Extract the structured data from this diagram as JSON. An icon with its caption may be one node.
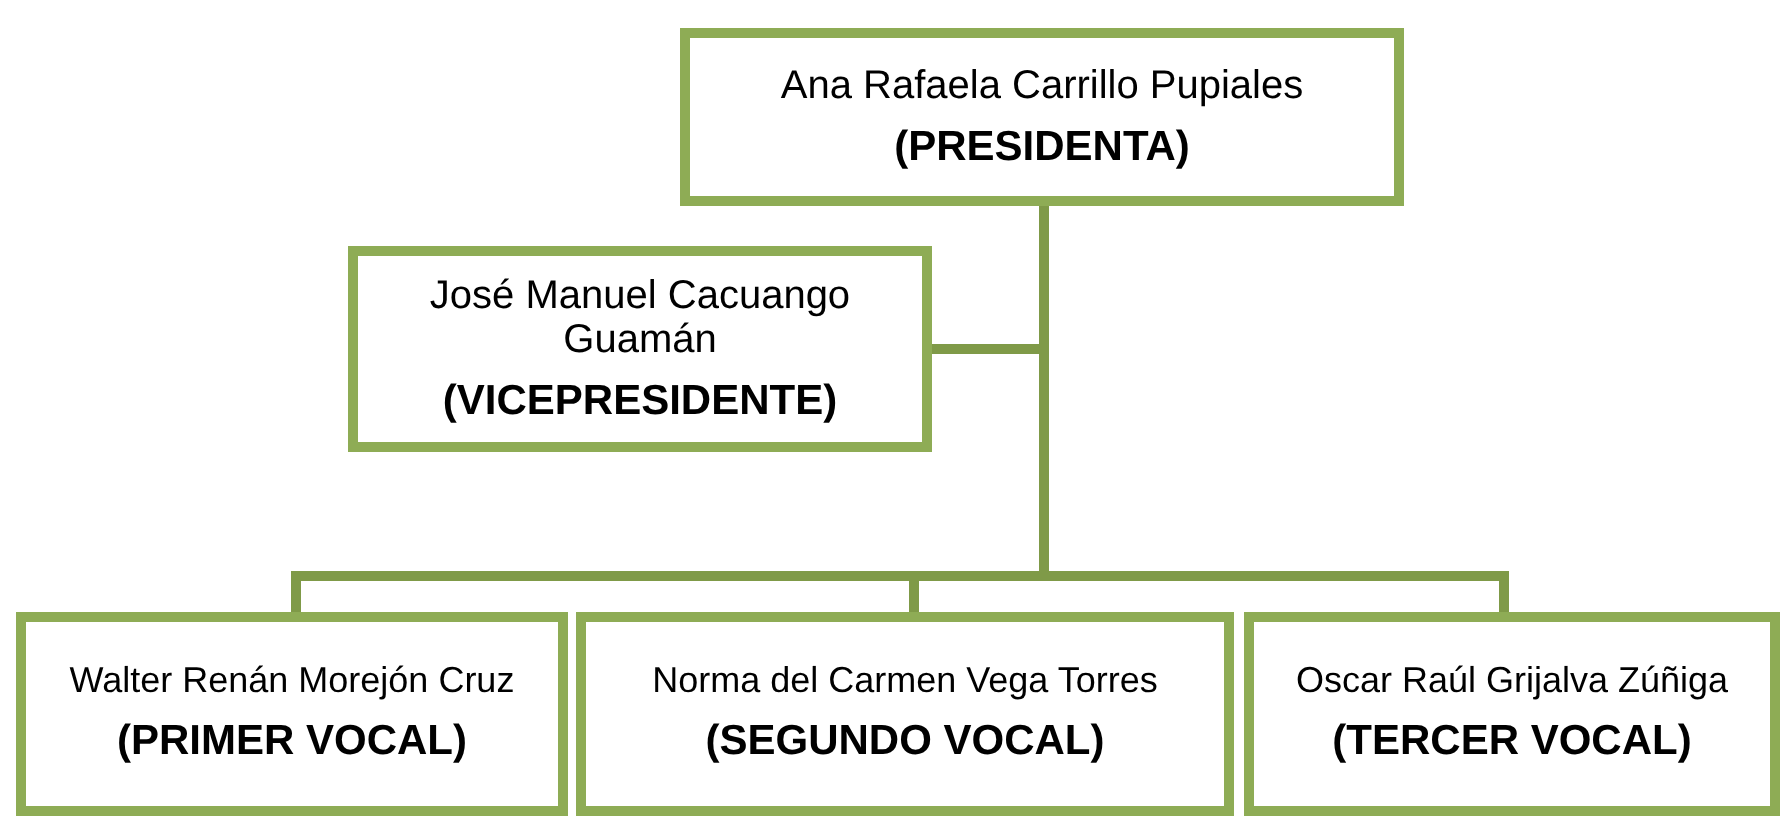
{
  "diagram": {
    "nodes": [
      {
        "text": [
          "Ana Rafaela Carrillo Pupiales",
          "(PRESIDENTA)"
        ]
      },
      {
        "text": [
          "José Manuel Cacuango Guamán",
          "(VICEPRESIDENTE)"
        ]
      },
      {
        "text": [
          "Walter Renán Morejón Cruz",
          "(PRIMER VOCAL)"
        ]
      },
      {
        "text": [
          "Norma del Carmen Vega Torres",
          "(SEGUNDO VOCAL)"
        ]
      },
      {
        "text": [
          "Oscar Raúl Grijalva Zúñiga",
          "(TERCER VOCAL)"
        ]
      }
    ],
    "edges": [
      {
        "from": 0,
        "to": 1,
        "arrow": "none"
      },
      {
        "from": 0,
        "to": 2,
        "arrow": "none"
      },
      {
        "from": 0,
        "to": 3,
        "arrow": "none"
      },
      {
        "from": 0,
        "to": 4,
        "arrow": "none"
      }
    ]
  }
}
